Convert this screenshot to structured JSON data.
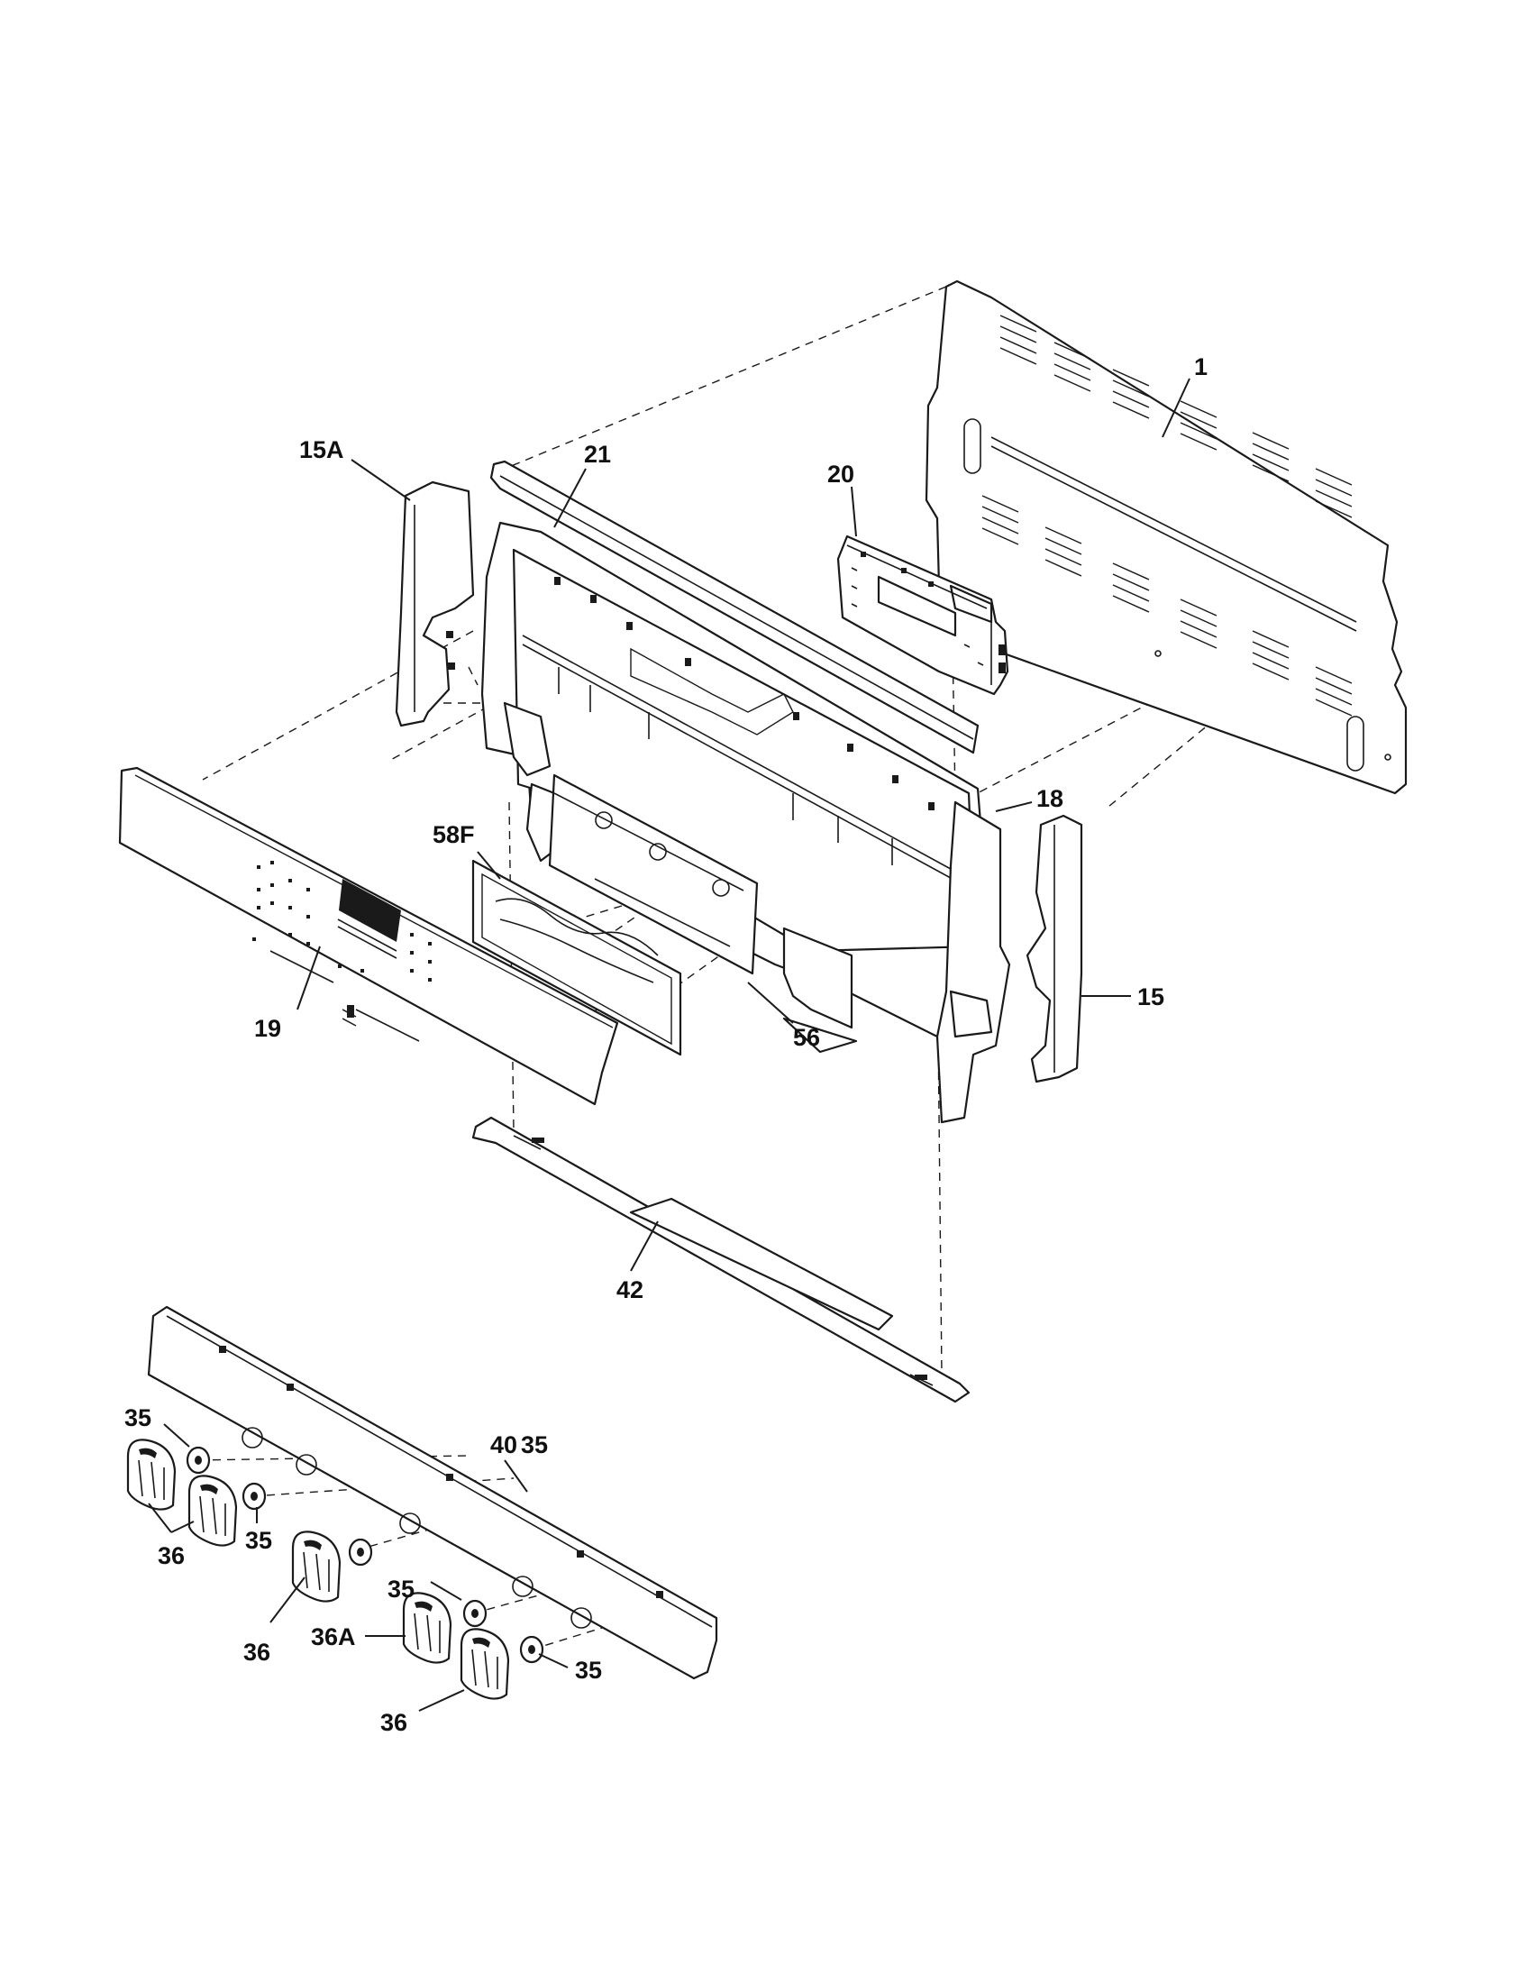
{
  "diagram": {
    "callouts": [
      {
        "id": "1",
        "text": "1"
      },
      {
        "id": "15",
        "text": "15"
      },
      {
        "id": "15a",
        "text": "15A"
      },
      {
        "id": "18",
        "text": "18"
      },
      {
        "id": "19",
        "text": "19"
      },
      {
        "id": "20",
        "text": "20"
      },
      {
        "id": "21",
        "text": "21"
      },
      {
        "id": "35-a",
        "text": "35"
      },
      {
        "id": "35-b",
        "text": "35"
      },
      {
        "id": "35-c",
        "text": "35"
      },
      {
        "id": "35-d",
        "text": "35"
      },
      {
        "id": "35-e",
        "text": "35"
      },
      {
        "id": "36-a",
        "text": "36"
      },
      {
        "id": "36-b",
        "text": "36"
      },
      {
        "id": "36-c",
        "text": "36"
      },
      {
        "id": "36a",
        "text": "36A"
      },
      {
        "id": "40",
        "text": "40"
      },
      {
        "id": "42",
        "text": "42"
      },
      {
        "id": "56",
        "text": "56"
      },
      {
        "id": "58f",
        "text": "58F"
      }
    ]
  }
}
